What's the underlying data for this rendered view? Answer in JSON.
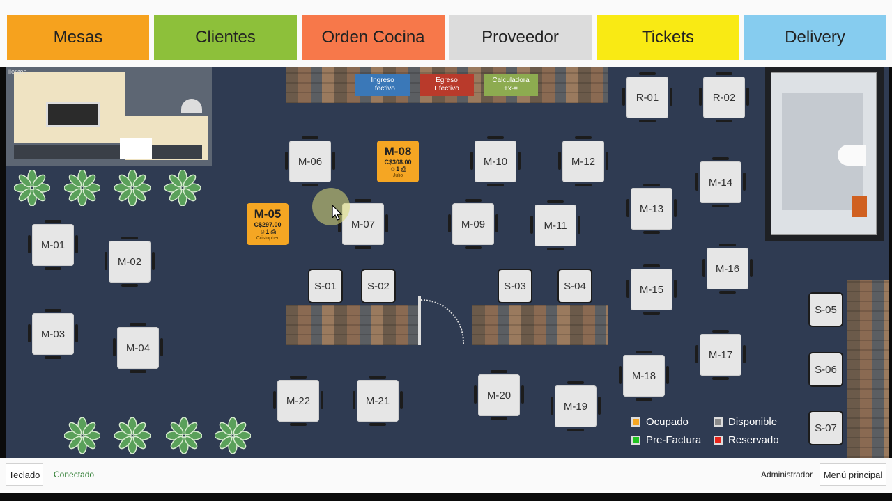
{
  "nav": {
    "tabs": [
      {
        "label": "Mesas",
        "color": "#f6a21e"
      },
      {
        "label": "Clientes",
        "color": "#8dc03a"
      },
      {
        "label": "Orden Cocina",
        "color": "#f7784a"
      },
      {
        "label": "Proveedor",
        "color": "#dcdcdc"
      },
      {
        "label": "Tickets",
        "color": "#f9ea14"
      },
      {
        "label": "Delivery",
        "color": "#86ccef"
      }
    ]
  },
  "floor": {
    "corner_label": "lientes",
    "cash_buttons": [
      {
        "label": "Ingreso\nEfectivo",
        "color": "#3a78b8"
      },
      {
        "label": "Egreso\nEfectivo",
        "color": "#b93a2b"
      },
      {
        "label": "Calculadora\n+x-=",
        "color": "#8dab50"
      }
    ],
    "tables": {
      "m01": "M-01",
      "m02": "M-02",
      "m03": "M-03",
      "m04": "M-04",
      "m06": "M-06",
      "m07": "M-07",
      "m09": "M-09",
      "m10": "M-10",
      "m11": "M-11",
      "m12": "M-12",
      "m13": "M-13",
      "m14": "M-14",
      "m15": "M-15",
      "m16": "M-16",
      "m17": "M-17",
      "m18": "M-18",
      "m19": "M-19",
      "m20": "M-20",
      "m21": "M-21",
      "m22": "M-22",
      "r01": "R-01",
      "r02": "R-02",
      "s01": "S-01",
      "s02": "S-02",
      "s03": "S-03",
      "s04": "S-04",
      "s05": "S-05",
      "s06": "S-06",
      "s07": "S-07"
    },
    "occupied": {
      "m05": {
        "name": "M-05",
        "amount": "C$297.00",
        "guests": "1",
        "waiter": "Cristopher"
      },
      "m08": {
        "name": "M-08",
        "amount": "C$308.00",
        "guests": "1",
        "waiter": "Julio"
      }
    },
    "legend": [
      {
        "label": "Ocupado",
        "color": "#f5a623"
      },
      {
        "label": "Disponible",
        "color": "#8a8a8a"
      },
      {
        "label": "Pre-Factura",
        "color": "#22c322"
      },
      {
        "label": "Reservado",
        "color": "#e8251b"
      }
    ]
  },
  "bottom": {
    "keyboard_label": "Teclado",
    "status": "Conectado",
    "user": "Administrador",
    "main_menu_label": "Menú principal"
  }
}
